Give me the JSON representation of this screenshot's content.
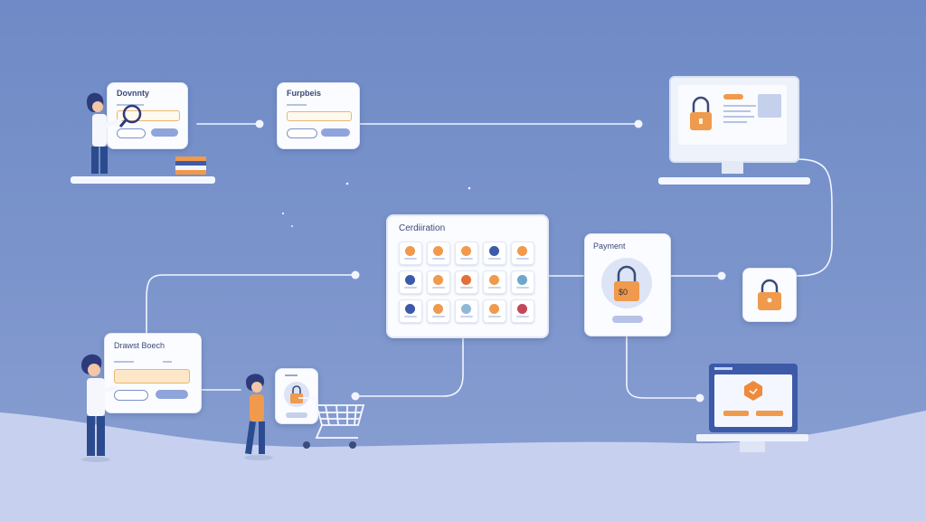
{
  "cards": {
    "identity": {
      "title": "Dovnnty"
    },
    "purchase": {
      "title": "Furpbeis"
    },
    "confirmation": {
      "title": "Cerdiiration"
    },
    "payment": {
      "title": "Payment",
      "amount": "$0"
    },
    "search": {
      "title": "Drawst Boech"
    }
  },
  "colors": {
    "background": "#7089c6",
    "accent_orange": "#ef9a4c",
    "card": "#fbfcff",
    "line": "#f2f5ff"
  },
  "icons": [
    "magnifier-icon",
    "padlock-icon",
    "shopping-cart-icon",
    "monitor-icon",
    "laptop-icon",
    "books-icon"
  ]
}
